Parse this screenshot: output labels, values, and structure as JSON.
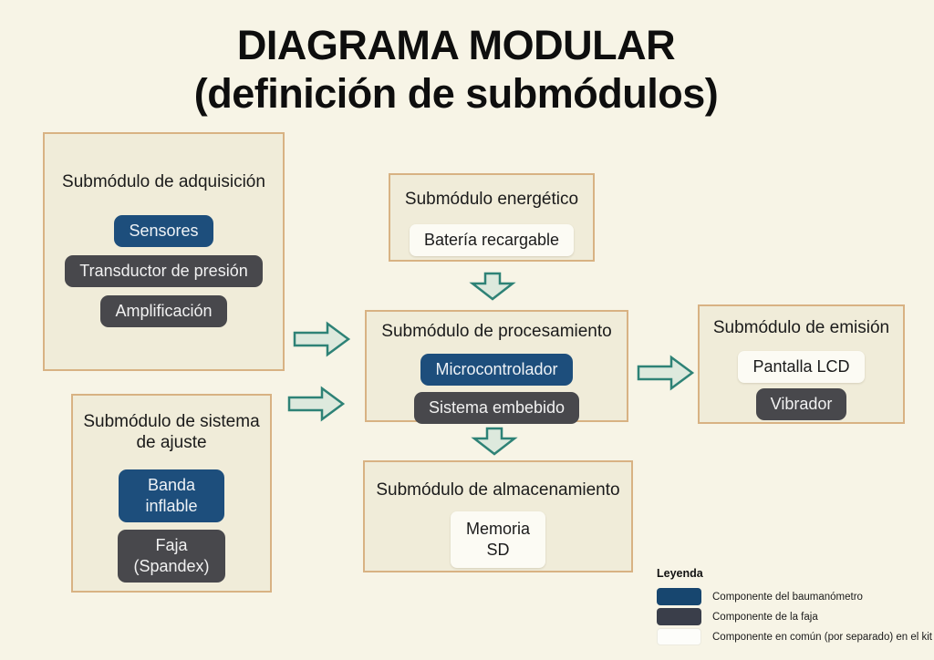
{
  "title": {
    "line1": "DIAGRAMA MODULAR",
    "line2": "(definición de submódulos)"
  },
  "modules": [
    {
      "id": "adquisicion",
      "title": "Submódulo de adquisición",
      "chips": [
        {
          "label": "Sensores",
          "type": "blue"
        },
        {
          "label": "Transductor de presión",
          "type": "gray"
        },
        {
          "label": "Amplificación",
          "type": "gray"
        }
      ]
    },
    {
      "id": "energetico",
      "title": "Submódulo energético",
      "chips": [
        {
          "label": "Batería recargable",
          "type": "white"
        }
      ]
    },
    {
      "id": "procesamiento",
      "title": "Submódulo de procesamiento",
      "chips": [
        {
          "label": "Microcontrolador",
          "type": "blue"
        },
        {
          "label": "Sistema embebido",
          "type": "gray"
        }
      ]
    },
    {
      "id": "emision",
      "title": "Submódulo de emisión",
      "chips": [
        {
          "label": "Pantalla LCD",
          "type": "white"
        },
        {
          "label": "Vibrador",
          "type": "gray"
        }
      ]
    },
    {
      "id": "ajuste",
      "title": "Submódulo de sistema de ajuste",
      "chips": [
        {
          "label": "Banda inflable",
          "type": "blue"
        },
        {
          "label": "Faja (Spandex)",
          "type": "gray"
        }
      ]
    },
    {
      "id": "almacenamiento",
      "title": "Submódulo de almacenamiento",
      "chips": [
        {
          "label": "Memoria SD",
          "type": "white"
        }
      ]
    }
  ],
  "arrows": [
    {
      "from": "adquisicion",
      "to": "procesamiento",
      "direction": "right"
    },
    {
      "from": "ajuste",
      "to": "procesamiento",
      "direction": "right"
    },
    {
      "from": "energetico",
      "to": "procesamiento",
      "direction": "down"
    },
    {
      "from": "procesamiento",
      "to": "emision",
      "direction": "right"
    },
    {
      "from": "procesamiento",
      "to": "almacenamiento",
      "direction": "down"
    }
  ],
  "legend": {
    "title": "Leyenda",
    "items": [
      {
        "swatch": "blue",
        "label": "Componente del baumanómetro"
      },
      {
        "swatch": "gray",
        "label": "Componente de la faja"
      },
      {
        "swatch": "white",
        "label": "Componente en común (por separado) en el kit"
      }
    ]
  },
  "colors": {
    "background": "#f7f4e6",
    "module_fill": "#f0ecd9",
    "module_border": "#d8b283",
    "chip_blue": "#1d4e7c",
    "chip_gray": "#48484c",
    "chip_white": "#fcfbf4",
    "arrow_fill": "#dde9dd",
    "arrow_stroke": "#2e8276"
  }
}
